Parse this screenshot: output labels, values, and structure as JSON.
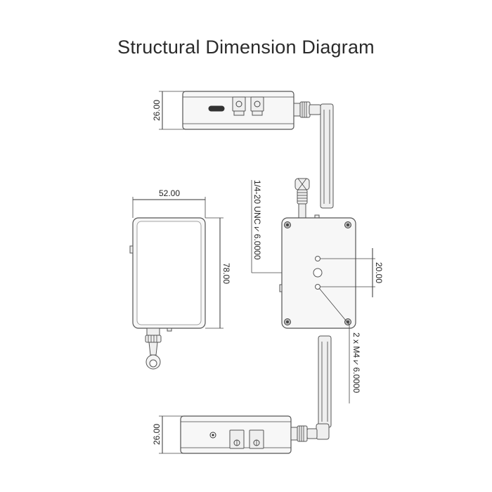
{
  "title": "Structural Dimension Diagram",
  "dimensions": {
    "height_top": "26.00",
    "height_bottom": "26.00",
    "width": "52.00",
    "length": "78.00",
    "hole_spacing": "20.00",
    "tripod_mount": "1/4-20 UNC  ⩗ 6.0000",
    "screw_holes": "2 x M4  ⩗ 6.0000"
  }
}
